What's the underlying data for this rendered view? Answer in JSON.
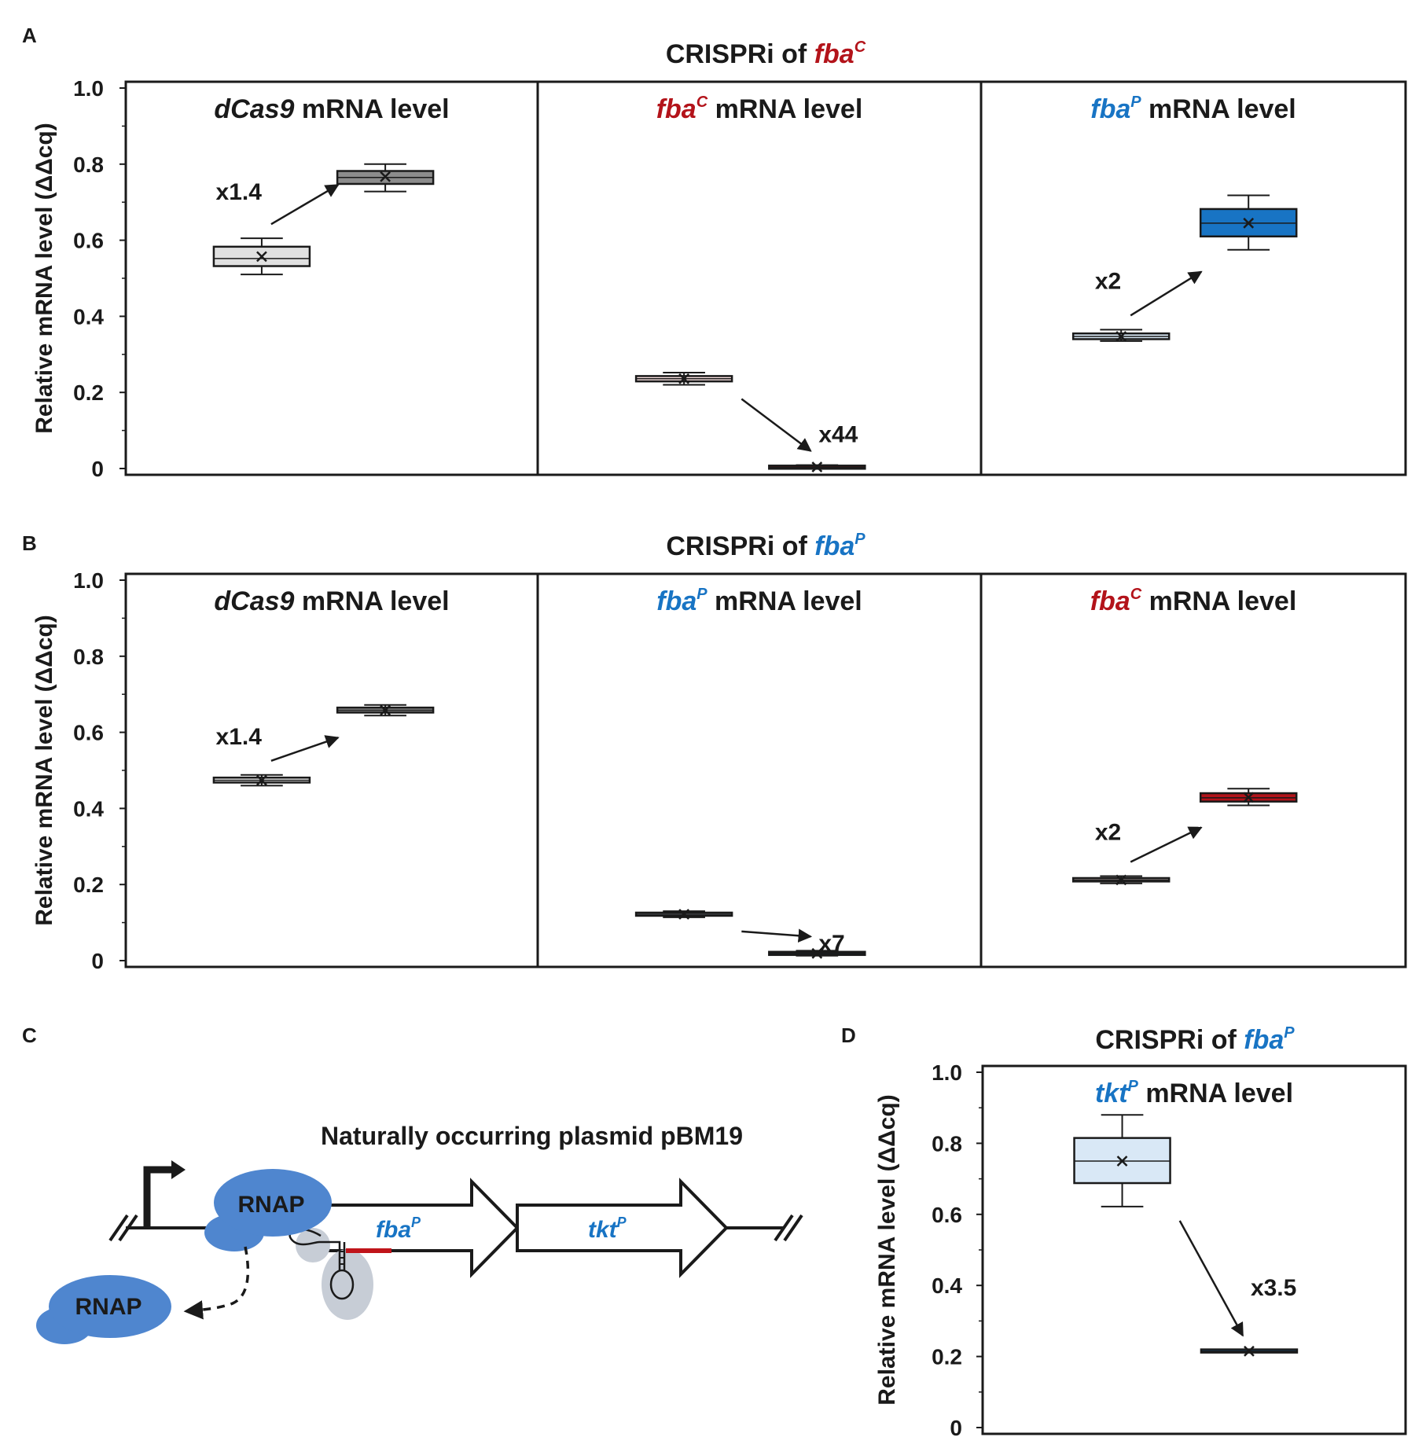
{
  "panel_letters": [
    "A",
    "B",
    "C",
    "D"
  ],
  "gene_colors": {
    "fbaC": "#b3131a",
    "fbaP": "#1874c4",
    "gray": "#1a1a1a"
  },
  "chart_data": [
    {
      "panel": "A",
      "type": "box",
      "title": {
        "prefix": "CRISPRi of ",
        "gene": "fba",
        "sup": "C",
        "gene_color": "#b3131a"
      },
      "ylabel": "Relative mRNA level (ΔΔcq)",
      "yticks": [
        "0",
        "0.2",
        "0.4",
        "0.6",
        "0.8",
        "1.0"
      ],
      "ylim": [
        0,
        1.0
      ],
      "subplots": [
        {
          "label_gene": "dCas9",
          "label_sup": "",
          "label_rest": " mRNA level",
          "label_color": "#1a1a1a",
          "fold": "x1.4",
          "boxes": [
            {
              "min": 0.51,
              "q1": 0.532,
              "median": 0.552,
              "q3": 0.583,
              "max": 0.605,
              "mean": 0.557,
              "fill": "#e0e0e0"
            },
            {
              "min": 0.728,
              "q1": 0.748,
              "median": 0.765,
              "q3": 0.782,
              "max": 0.8,
              "mean": 0.767,
              "fill": "#8c8c8c"
            }
          ]
        },
        {
          "label_gene": "fba",
          "label_sup": "C",
          "label_rest": " mRNA level",
          "label_color": "#b3131a",
          "fold": "x44",
          "boxes": [
            {
              "min": 0.22,
              "q1": 0.229,
              "median": 0.236,
              "q3": 0.243,
              "max": 0.252,
              "mean": 0.236,
              "fill": "#f6dede"
            },
            {
              "min": 0.0,
              "q1": 0.001,
              "median": 0.003,
              "q3": 0.006,
              "max": 0.009,
              "mean": 0.004,
              "fill": "#6b1010"
            }
          ]
        },
        {
          "label_gene": "fba",
          "label_sup": "P",
          "label_rest": " mRNA level",
          "label_color": "#1874c4",
          "fold": "x2",
          "boxes": [
            {
              "min": 0.335,
              "q1": 0.34,
              "median": 0.347,
              "q3": 0.355,
              "max": 0.365,
              "mean": 0.347,
              "fill": "#d9e8f6"
            },
            {
              "min": 0.575,
              "q1": 0.61,
              "median": 0.645,
              "q3": 0.682,
              "max": 0.718,
              "mean": 0.645,
              "fill": "#1874c4"
            }
          ]
        }
      ]
    },
    {
      "panel": "B",
      "type": "box",
      "title": {
        "prefix": "CRISPRi of ",
        "gene": "fba",
        "sup": "P",
        "gene_color": "#1874c4"
      },
      "ylabel": "Relative mRNA level (ΔΔcq)",
      "yticks": [
        "0",
        "0.2",
        "0.4",
        "0.6",
        "0.8",
        "1.0"
      ],
      "ylim": [
        0,
        1.0
      ],
      "subplots": [
        {
          "label_gene": "dCas9",
          "label_sup": "",
          "label_rest": " mRNA level",
          "label_color": "#1a1a1a",
          "fold": "x1.4",
          "boxes": [
            {
              "min": 0.46,
              "q1": 0.468,
              "median": 0.474,
              "q3": 0.481,
              "max": 0.488,
              "mean": 0.474,
              "fill": "#e0e0e0"
            },
            {
              "min": 0.644,
              "q1": 0.652,
              "median": 0.658,
              "q3": 0.665,
              "max": 0.672,
              "mean": 0.658,
              "fill": "#8c8c8c"
            }
          ]
        },
        {
          "label_gene": "fba",
          "label_sup": "P",
          "label_rest": " mRNA level",
          "label_color": "#1874c4",
          "fold": "x7",
          "boxes": [
            {
              "min": 0.114,
              "q1": 0.118,
              "median": 0.122,
              "q3": 0.126,
              "max": 0.13,
              "mean": 0.122,
              "fill": "#d9e8f6"
            },
            {
              "min": 0.013,
              "q1": 0.016,
              "median": 0.019,
              "q3": 0.022,
              "max": 0.026,
              "mean": 0.019,
              "fill": "#0f4a80"
            }
          ]
        },
        {
          "label_gene": "fba",
          "label_sup": "C",
          "label_rest": " mRNA level",
          "label_color": "#b3131a",
          "fold": "x2",
          "boxes": [
            {
              "min": 0.203,
              "q1": 0.208,
              "median": 0.212,
              "q3": 0.217,
              "max": 0.222,
              "mean": 0.212,
              "fill": "#f6dede"
            },
            {
              "min": 0.408,
              "q1": 0.418,
              "median": 0.428,
              "q3": 0.44,
              "max": 0.452,
              "mean": 0.429,
              "fill": "#b3131a"
            }
          ]
        }
      ]
    },
    {
      "panel": "D",
      "type": "box",
      "title": {
        "prefix": "CRISPRi of ",
        "gene": "fba",
        "sup": "P",
        "gene_color": "#1874c4"
      },
      "ylabel": "Relative mRNA level (ΔΔcq)",
      "yticks": [
        "0",
        "0.2",
        "0.4",
        "0.6",
        "0.8",
        "1.0"
      ],
      "ylim": [
        0,
        1.0
      ],
      "subplots": [
        {
          "label_gene": "tkt",
          "label_sup": "P",
          "label_rest": " mRNA level",
          "label_color": "#1874c4",
          "fold": "x3.5",
          "boxes": [
            {
              "min": 0.622,
              "q1": 0.688,
              "median": 0.75,
              "q3": 0.815,
              "max": 0.88,
              "mean": 0.75,
              "fill": "#d9e8f6"
            },
            {
              "min": 0.212,
              "q1": 0.214,
              "median": 0.215,
              "q3": 0.217,
              "max": 0.219,
              "mean": 0.215,
              "fill": "#1874c4"
            }
          ]
        }
      ]
    }
  ],
  "diagram_c": {
    "title": "Naturally occurring plasmid pBM19",
    "rnap_label": "RNAP",
    "rnap_released_label": "RNAP",
    "gene1": {
      "name": "fba",
      "sup": "P"
    },
    "gene2": {
      "name": "tkt",
      "sup": "P"
    },
    "colors": {
      "rnap": "#4f86cf",
      "guide": "#c7cdd6",
      "target": "#c0141a"
    }
  }
}
